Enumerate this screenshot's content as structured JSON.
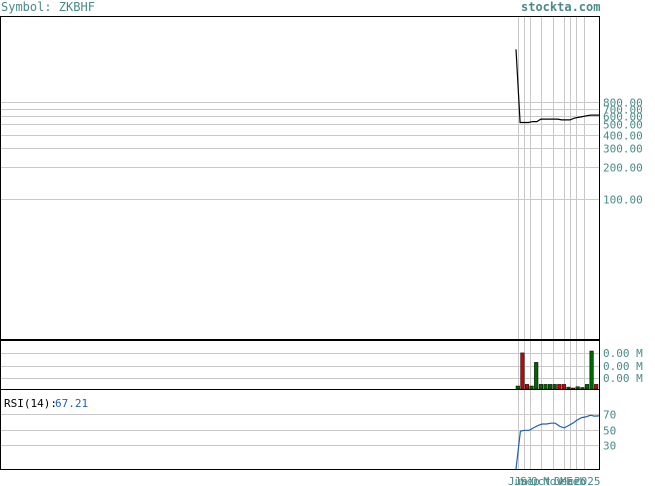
{
  "header": {
    "symbol_label": "Symbol: ZKBHF",
    "brand": "stockta.com"
  },
  "colors": {
    "grid": "#c8c8c8",
    "axis_text": "#4a8a8a",
    "price_line": "#000000",
    "vol_up": "#006400",
    "vol_down": "#cc0000",
    "rsi_line": "#1f5fbf",
    "rsi_value": "#1f5fbf"
  },
  "chart_data": [
    {
      "type": "line",
      "name": "price",
      "y_ticks": [
        "800.00",
        "700.00",
        "600.00",
        "500.00",
        "400.00",
        "300.00",
        "200.00",
        "100.00"
      ],
      "y_tick_values": [
        800,
        700,
        600,
        500,
        400,
        300,
        200,
        100
      ],
      "scale": "log",
      "ylim": [
        5,
        5000
      ],
      "x_ticks": [
        "Jun",
        "Jul",
        "Sep",
        "Oct",
        "Nov",
        "Dec",
        "Mar",
        "Feb",
        "2025"
      ],
      "series": [
        {
          "values": [
            2500,
            520,
            520,
            520,
            530,
            530,
            560,
            560,
            560,
            560,
            560,
            550,
            550,
            550,
            570,
            580,
            590,
            600,
            610,
            610,
            610
          ]
        }
      ]
    },
    {
      "type": "bar",
      "name": "volume",
      "y_ticks": [
        "0.00 M",
        "0.00 M",
        "0.00 M"
      ],
      "series": [
        {
          "values": [
            0.08,
            0.95,
            0.12,
            0.08,
            0.7,
            0.12,
            0.12,
            0.12,
            0.12,
            0.12,
            0.12,
            0.05,
            0.01,
            0.06,
            0.04,
            0.12,
            1.0,
            0.12
          ],
          "up": [
            true,
            false,
            false,
            true,
            true,
            true,
            true,
            true,
            true,
            false,
            false,
            true,
            false,
            true,
            true,
            true,
            true,
            false
          ]
        }
      ]
    },
    {
      "type": "line",
      "name": "rsi",
      "label": "RSI(14):",
      "value": "67.21",
      "y_ticks": [
        "70",
        "50",
        "30"
      ],
      "y_tick_values": [
        70,
        50,
        30
      ],
      "ylim": [
        0,
        100
      ],
      "series": [
        {
          "values": [
            0,
            48,
            49,
            49,
            52,
            55,
            57,
            57,
            58,
            58,
            54,
            52,
            55,
            58,
            62,
            65,
            66,
            68,
            67,
            67.21
          ]
        }
      ]
    }
  ]
}
